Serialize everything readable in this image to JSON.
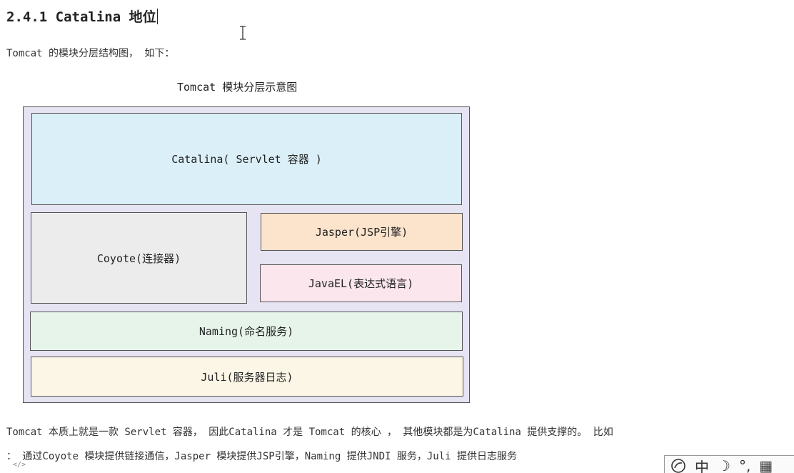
{
  "heading": "2.4.1 Catalina 地位",
  "intro": "Tomcat 的模块分层结构图， 如下：",
  "diagram": {
    "title": "Tomcat 模块分层示意图",
    "modules": {
      "catalina": "Catalina( Servlet 容器 )",
      "coyote": "Coyote(连接器)",
      "jasper": "Jasper(JSP引擎)",
      "javael": "JavaEL(表达式语言)",
      "naming": "Naming(命名服务)",
      "juli": "Juli(服务器日志)"
    },
    "colors": {
      "frame": "#e6e3f2",
      "catalina": "#dbeff8",
      "coyote": "#ececec",
      "jasper": "#fbe3cc",
      "javael": "#fbe6ee",
      "naming": "#e6f4ea",
      "juli": "#fbf6e6"
    }
  },
  "paragraph": {
    "line1": "Tomcat 本质上就是一款 Servlet 容器， 因此Catalina 才是 Tomcat 的核心 ， 其他模块都是为Catalina 提供支撑的。 比如",
    "line2": "： 通过Coyote 模块提供链接通信，Jasper 模块提供JSP引擎，Naming 提供JNDI 服务，Juli 提供日志服务"
  },
  "code_marker": "</>",
  "ime_toolbar": {
    "items": [
      "中",
      "☽",
      "°,",
      "▦"
    ]
  }
}
